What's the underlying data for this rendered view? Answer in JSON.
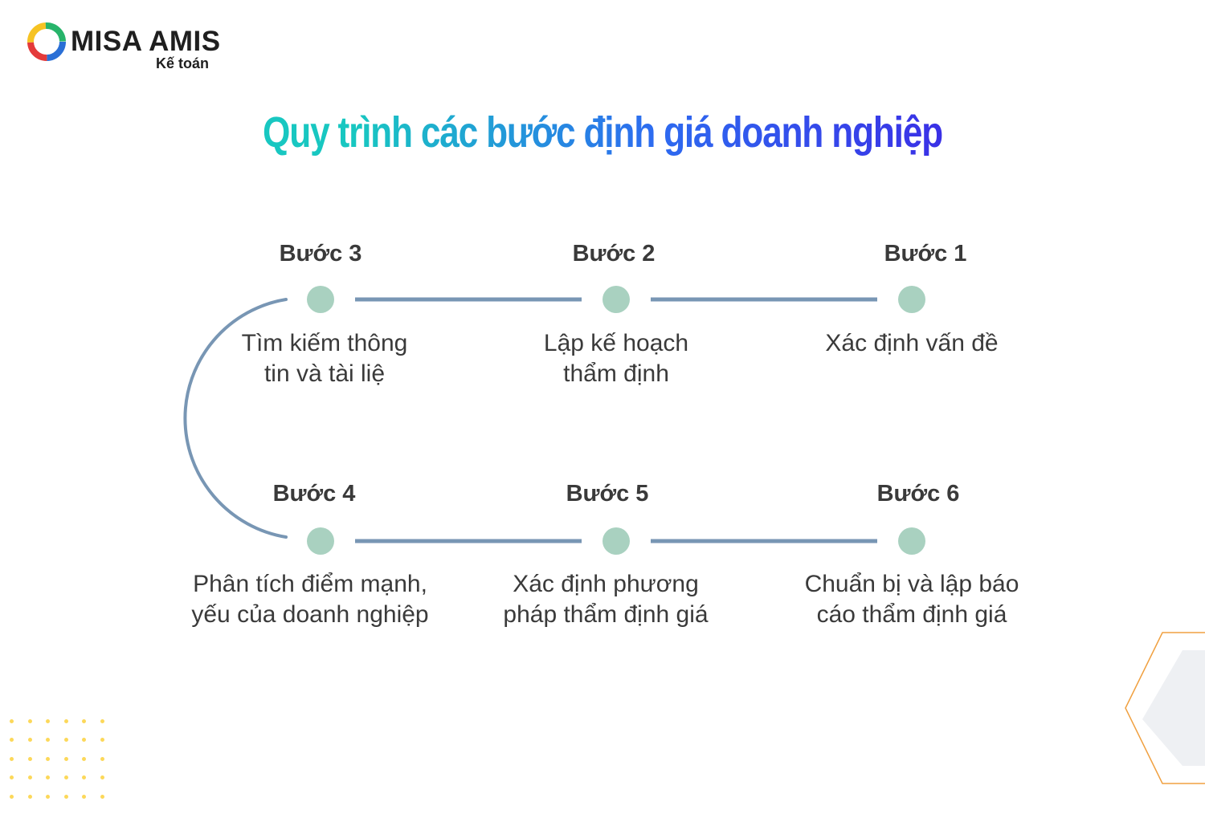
{
  "brand": {
    "name": "MISA AMIS",
    "product": "Kế toán"
  },
  "title": "Quy trình các bước định giá doanh nghiệp",
  "steps": [
    {
      "label": "Bước 1",
      "text": [
        "Xác định vấn đề"
      ]
    },
    {
      "label": "Bước 2",
      "text": [
        "Lập kế hoạch",
        "thẩm định"
      ]
    },
    {
      "label": "Bước 3",
      "text": [
        "Tìm kiếm thông",
        "tin và tài liệ"
      ]
    },
    {
      "label": "Bước 4",
      "text": [
        "Phân tích điểm mạnh,",
        "yếu của doanh nghiệp"
      ]
    },
    {
      "label": "Bước 5",
      "text": [
        "Xác định phương",
        "pháp thẩm định giá"
      ]
    },
    {
      "label": "Bước 6",
      "text": [
        "Chuẩn bị và lập báo",
        "cáo thẩm định giá"
      ]
    }
  ],
  "colors": {
    "node": "#a9d1c0",
    "connector": "#7896b4",
    "title_start": "#18c7c1",
    "title_end": "#3a2fe6",
    "hexagon_stroke": "#f0a040",
    "hexagon_fill": "#eef0f3",
    "dots": "#fcd85a"
  }
}
